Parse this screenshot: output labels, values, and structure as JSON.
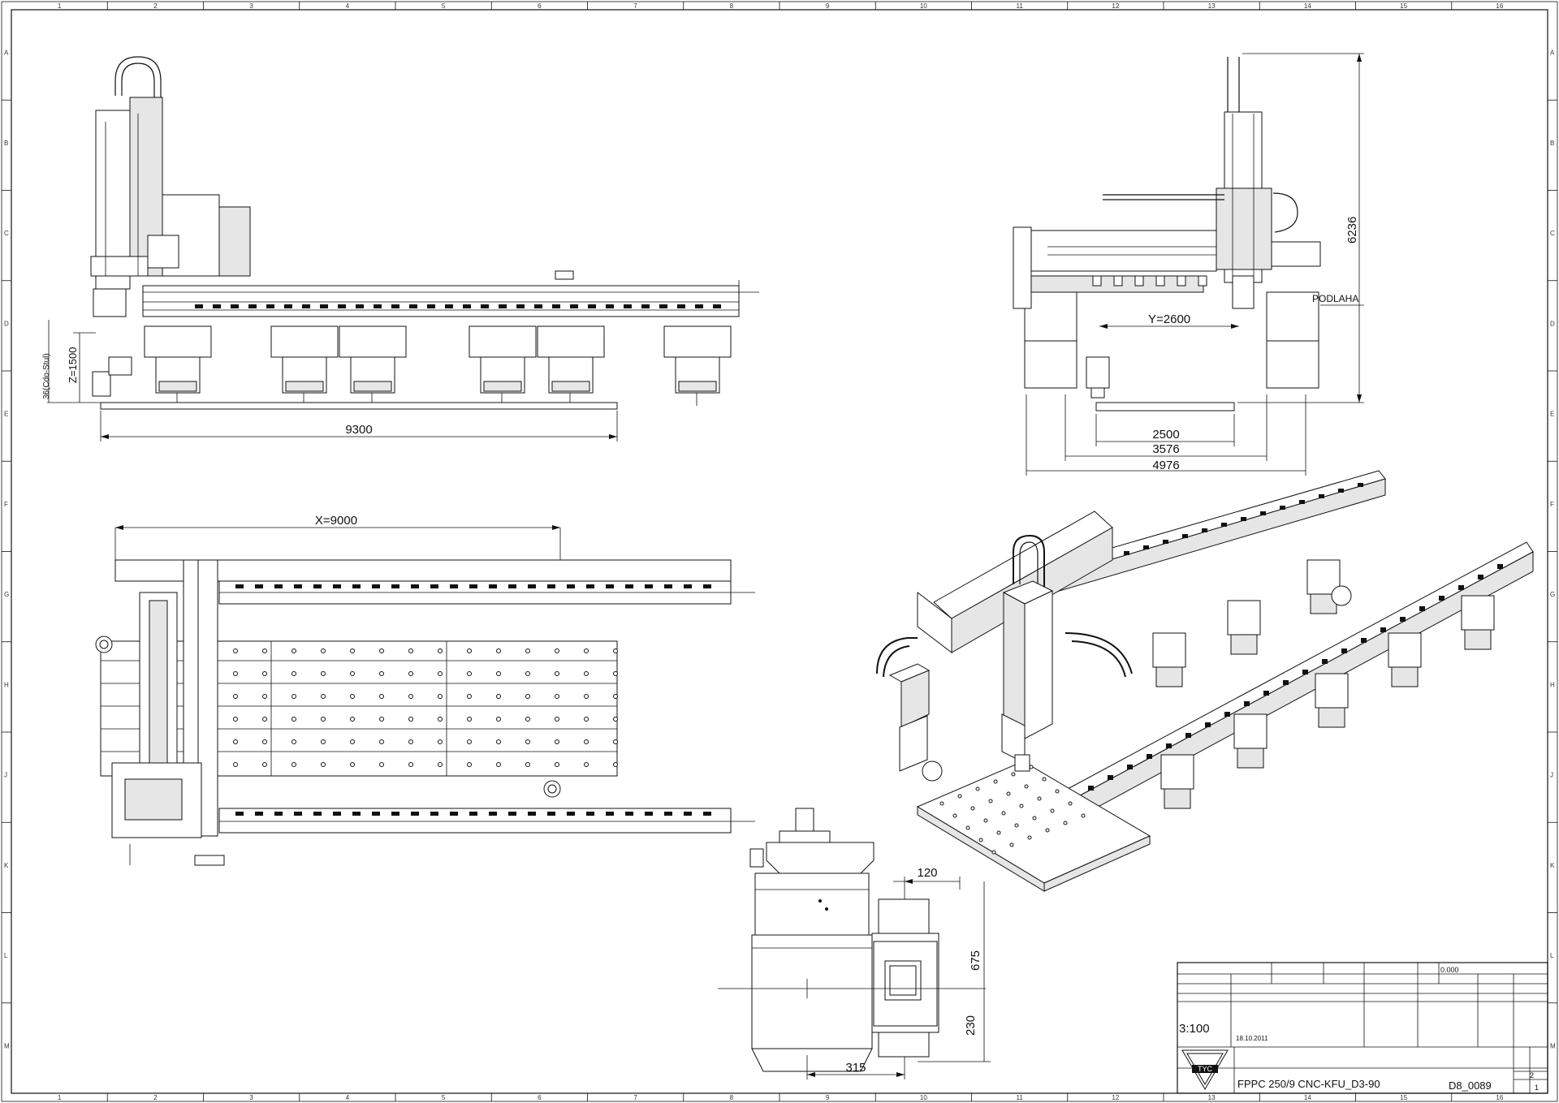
{
  "sheet": {
    "columns": [
      "1",
      "2",
      "3",
      "4",
      "5",
      "6",
      "7",
      "8",
      "9",
      "10",
      "11",
      "12",
      "13",
      "14",
      "15",
      "16"
    ],
    "rows": [
      "A",
      "B",
      "C",
      "D",
      "E",
      "F",
      "G",
      "H",
      "J",
      "K",
      "L",
      "M"
    ]
  },
  "dimensions": {
    "side_length": "9300",
    "side_z": "Z=1500",
    "side_small": "36(Cdo-Stul)",
    "front_y": "Y=2600",
    "front_height": "6236",
    "front_floor": "PODLAHA",
    "front_w1": "2500",
    "front_w2": "3576",
    "front_w3": "4976",
    "top_x": "X=9000",
    "head_120": "120",
    "head_675": "675",
    "head_230": "230",
    "head_315": "315"
  },
  "title_block": {
    "company": "TYC",
    "scale": "3:100",
    "date": "18.10.2011",
    "model": "FPPC 250/9 CNC-KFU_D3-90",
    "drawing_no": "D8_0089",
    "sheet": "2",
    "sheets": "1",
    "mass": "0.000"
  }
}
